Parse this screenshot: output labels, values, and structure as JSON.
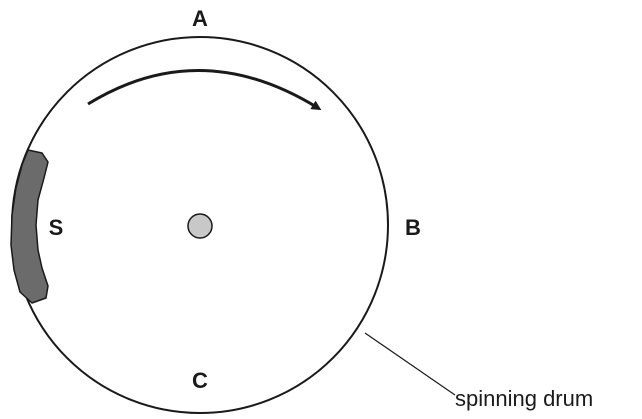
{
  "labels": {
    "top": "A",
    "right": "B",
    "bottom": "C",
    "sample": "S",
    "drum": "spinning drum"
  },
  "colors": {
    "outline": "#1a1a1a",
    "sample_fill": "#6b6b6b",
    "hub_fill": "#c8c8c8"
  },
  "rotation_direction": "clockwise"
}
